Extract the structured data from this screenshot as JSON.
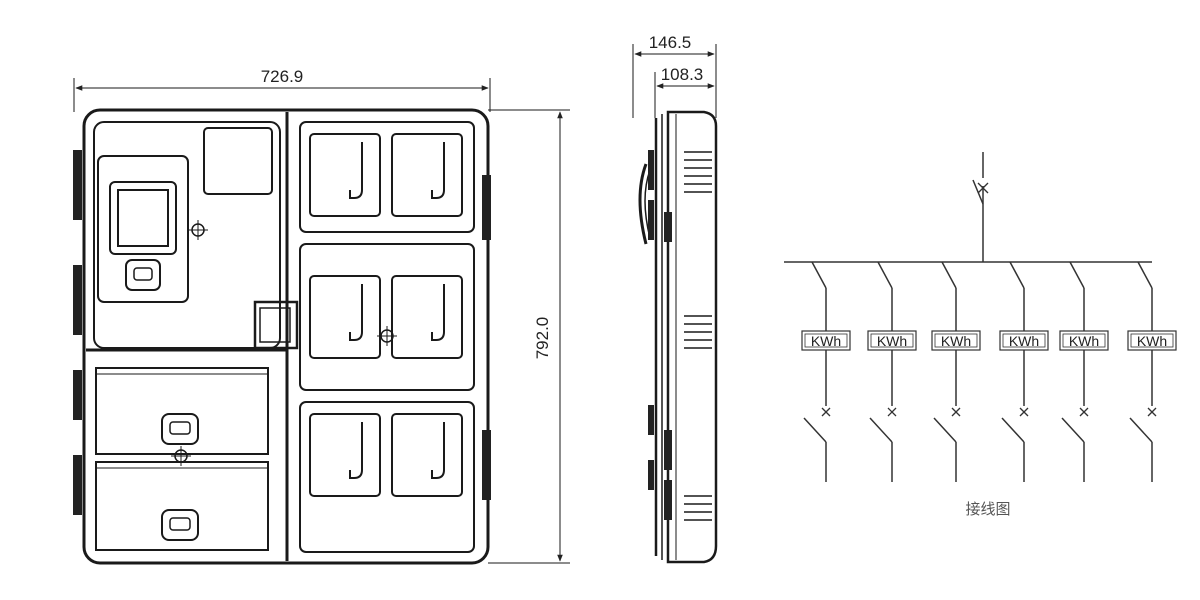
{
  "front_view": {
    "width_label": "726.9",
    "height_label": "792.0"
  },
  "side_view": {
    "outer_depth_label": "146.5",
    "inner_depth_label": "108.3"
  },
  "wiring_diagram": {
    "meter_labels": [
      "KWh",
      "KWh",
      "KWh",
      "KWh",
      "KWh",
      "KWh"
    ],
    "caption": "接线图"
  }
}
